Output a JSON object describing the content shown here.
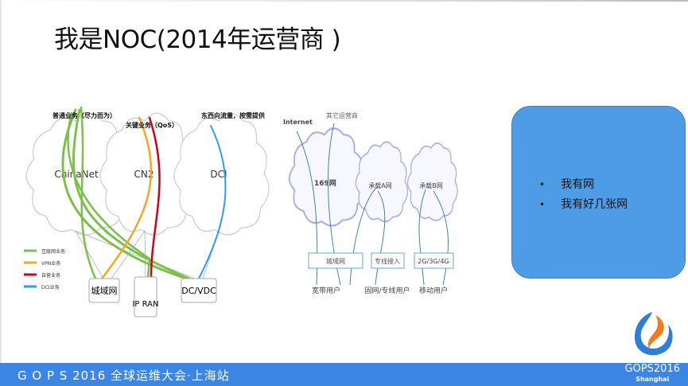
{
  "slide": {
    "title": "我是NOC(2014年运营商 )"
  },
  "left_diagram": {
    "clouds": [
      "ChinaNet",
      "CN2",
      "DCI"
    ],
    "annotations": [
      "普通业务（尽力而为）",
      "关键业务（QoS）",
      "东西向流量，按需提供"
    ],
    "nodes": [
      "城域网",
      "IP RAN",
      "DC/VDC"
    ],
    "legend": [
      {
        "label": "互联网业务",
        "color": "#7cc04a"
      },
      {
        "label": "VPN业务",
        "color": "#f5a623"
      },
      {
        "label": "自营业务",
        "color": "#d0021b"
      },
      {
        "label": "DCI业务",
        "color": "#2f9bf0"
      }
    ]
  },
  "right_diagram": {
    "top_labels": [
      "Internet",
      "其它运营商"
    ],
    "clouds": [
      "169网",
      "承载A网",
      "承载B网"
    ],
    "access": [
      "城域网",
      "专线接入",
      "2G/3G/4G"
    ],
    "users": [
      "宽带用户",
      "固网/专线用户",
      "移动用户"
    ]
  },
  "callout": {
    "bullets": [
      "我有网",
      "我有好几张网"
    ],
    "color": "#4f9ce6"
  },
  "footer": {
    "text": "G O P S 2016 全球运维大会·上海站",
    "brand": "GOPS2016",
    "brand_sub": "Shanghai",
    "color": "#3b86e2"
  }
}
